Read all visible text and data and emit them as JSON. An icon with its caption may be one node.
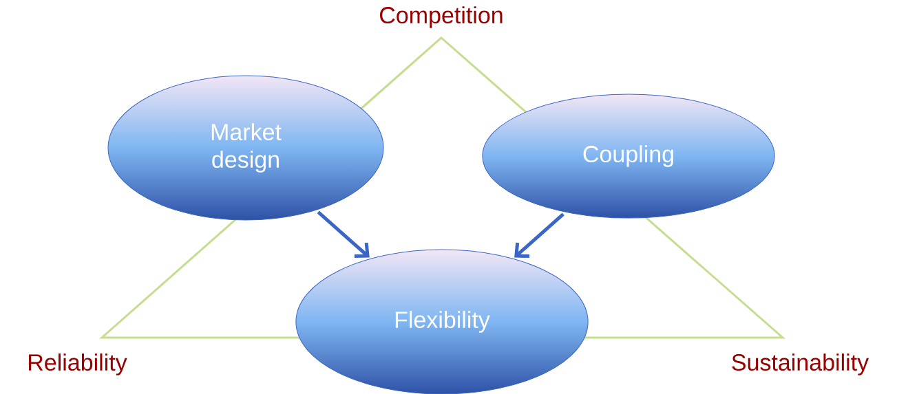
{
  "diagram": {
    "nodes": [
      {
        "text": [
          "Market design"
        ]
      },
      {
        "text": [
          "Coupling"
        ]
      },
      {
        "text": [
          "Flexibility"
        ]
      }
    ],
    "edges": [
      {
        "from": 0,
        "to": 2,
        "arrow": "to"
      },
      {
        "from": 1,
        "to": 2,
        "arrow": "to"
      }
    ],
    "labels": [
      "Competition",
      "Reliability",
      "Sustainability"
    ]
  }
}
